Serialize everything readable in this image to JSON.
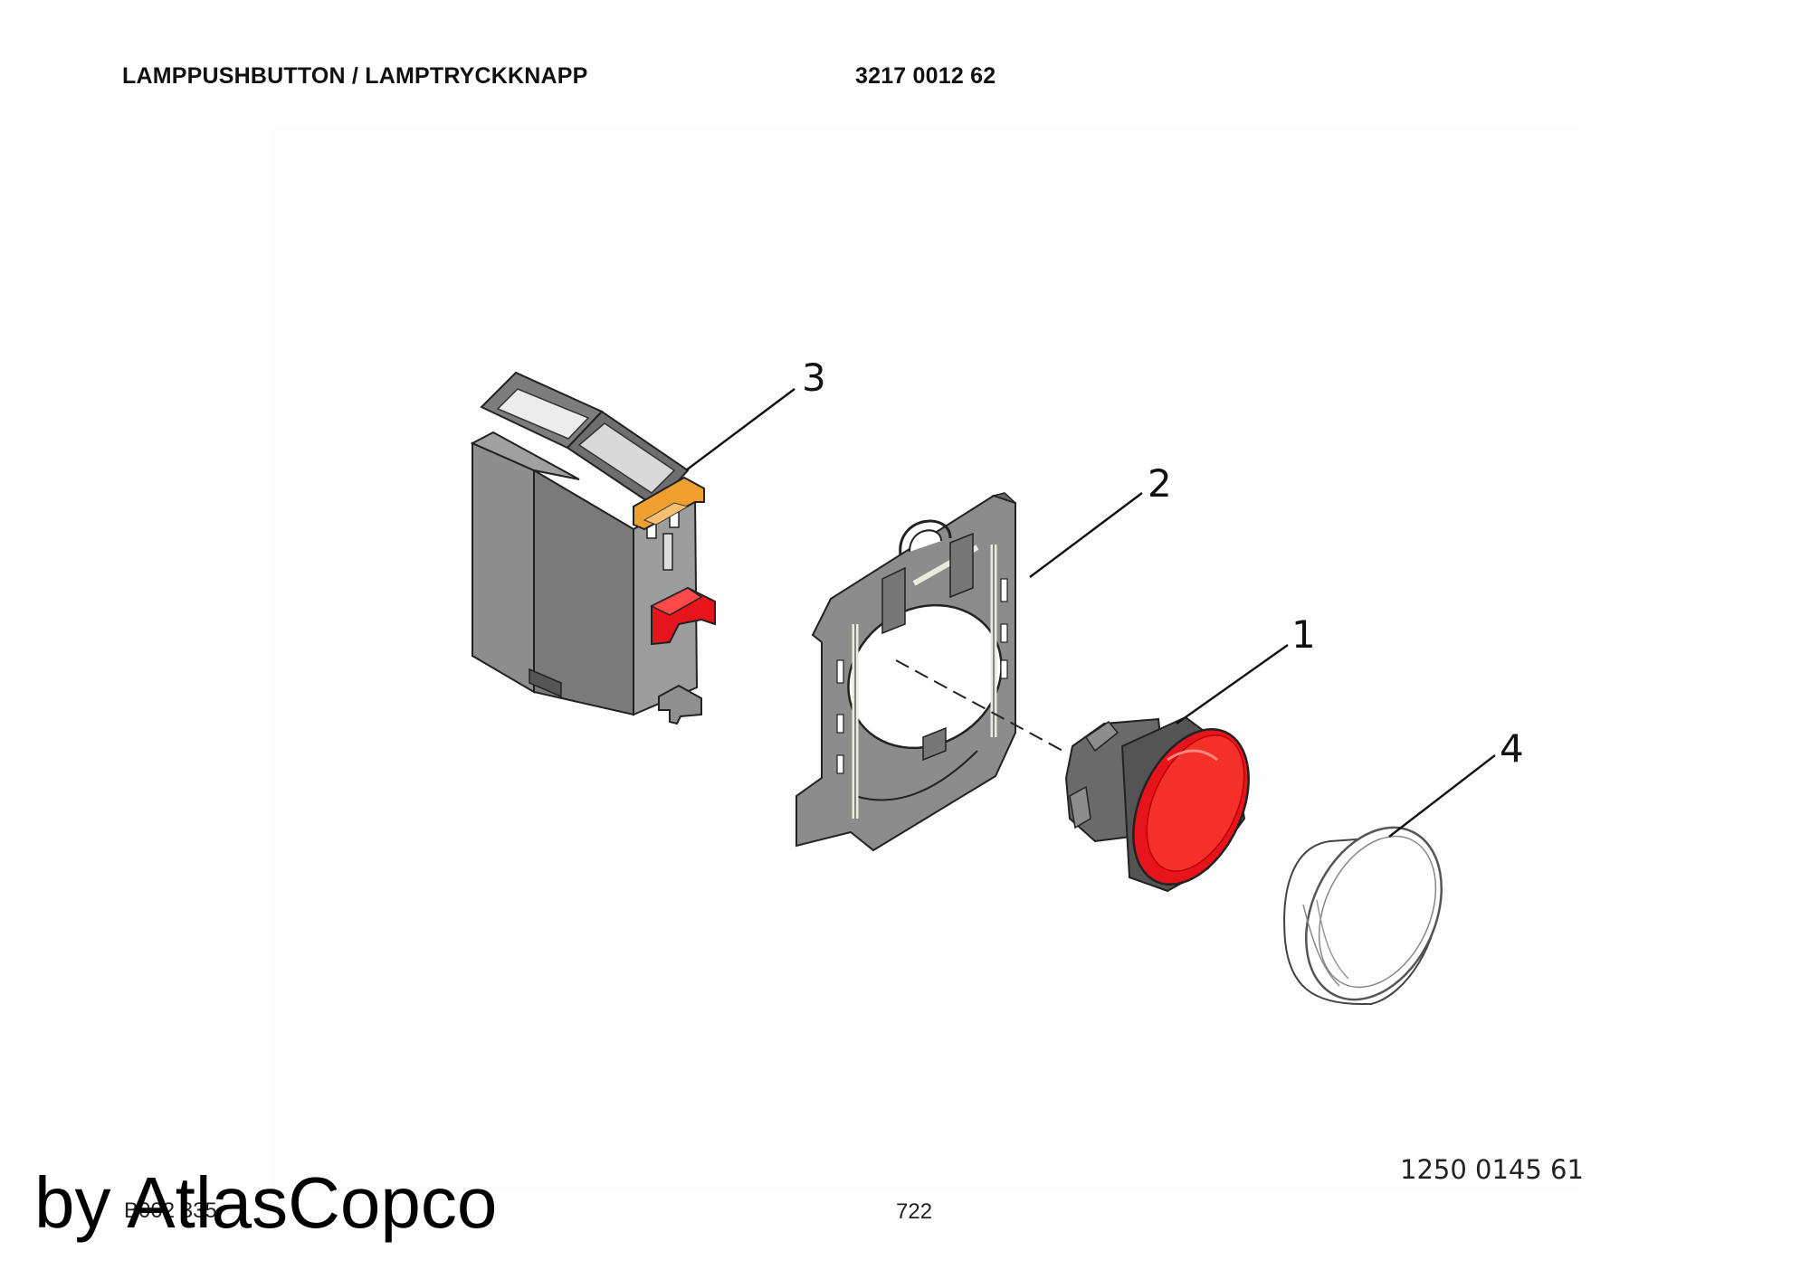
{
  "header": {
    "title": "LAMPPUSHBUTTON / LAMPTRYCKKNAPP",
    "part_number": "3217 0012 62"
  },
  "diagram": {
    "callouts": [
      "1",
      "2",
      "3",
      "4"
    ],
    "parts": [
      {
        "callout": "1",
        "kind": "red-pushbutton-lamp-head"
      },
      {
        "callout": "2",
        "kind": "mounting-collar"
      },
      {
        "callout": "3",
        "kind": "contact-block"
      },
      {
        "callout": "4",
        "kind": "clear-lens-cap"
      }
    ],
    "colors": {
      "housing_gray": "#8a8a8a",
      "housing_dark": "#5f5f5f",
      "button_red": "#e8141b",
      "latch_orange": "#f0a030",
      "lens_outline": "#666666"
    },
    "drawing_number": "1250 0145 61"
  },
  "footer": {
    "doc_code": "B002 335",
    "page_number": "722",
    "watermark": "by AtlasCopco"
  }
}
